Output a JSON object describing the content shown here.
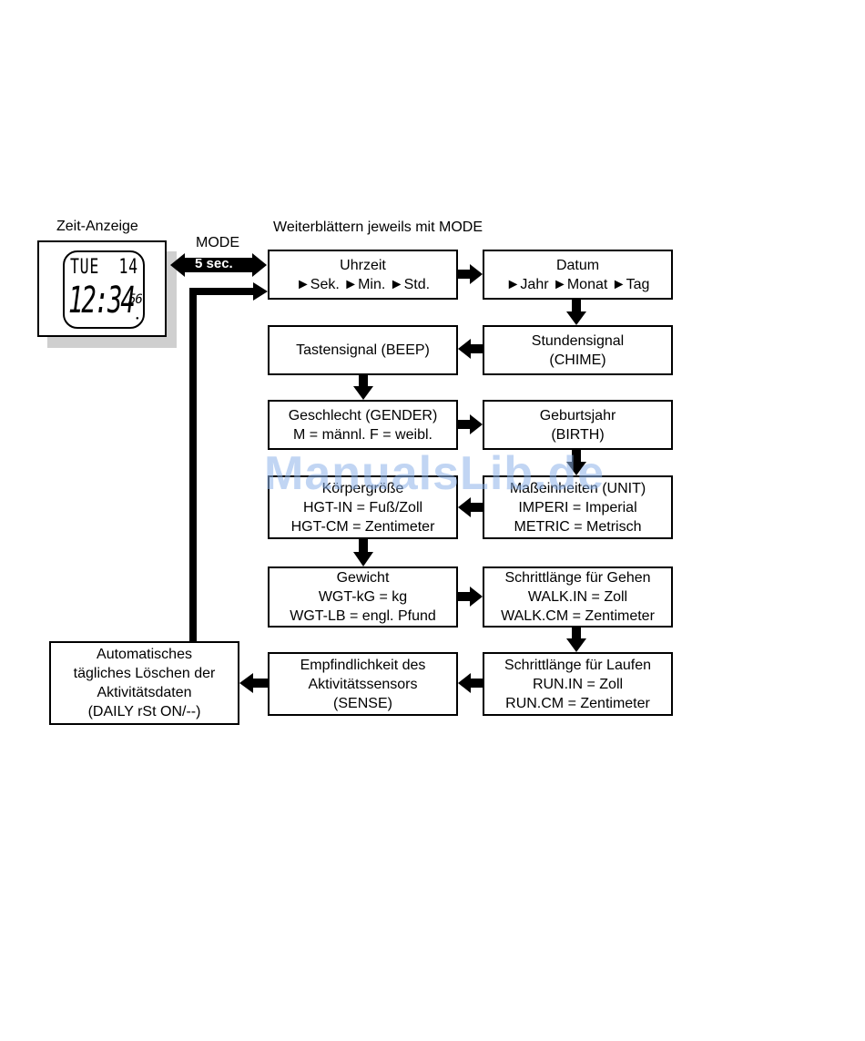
{
  "display_label": "Zeit-Anzeige",
  "header": "Weiterblättern jeweils mit MODE",
  "mode_label": "MODE",
  "mode_hold": "5 sec.",
  "watch": {
    "weekday": "TUE",
    "day": "14",
    "time": "12:34",
    "seconds": "56"
  },
  "boxes": {
    "time": {
      "line1": "Uhrzeit",
      "line2": "►Sek. ►Min. ►Std."
    },
    "date": {
      "line1": "Datum",
      "line2": "►Jahr ►Monat ►Tag"
    },
    "chime": {
      "line1": "Stundensignal",
      "line2": "(CHIME)"
    },
    "beep": {
      "line1": "Tastensignal (BEEP)"
    },
    "gender": {
      "line1": "Geschlecht (GENDER)",
      "line2": "M = männl. F = weibl."
    },
    "birth": {
      "line1": "Geburtsjahr",
      "line2": "(BIRTH)"
    },
    "height": {
      "line1": "Körpergröße",
      "line2": "HGT-IN = Fuß/Zoll",
      "line3": "HGT-CM = Zentimeter"
    },
    "unit": {
      "line1": "Maßeinheiten (UNIT)",
      "line2": "IMPERI = Imperial",
      "line3": "METRIC = Metrisch"
    },
    "weight": {
      "line1": "Gewicht",
      "line2": "WGT-kG = kg",
      "line3": "WGT-LB = engl. Pfund"
    },
    "walk": {
      "line1": "Schrittlänge für Gehen",
      "line2": "WALK.IN = Zoll",
      "line3": "WALK.CM = Zentimeter"
    },
    "sense": {
      "line1": "Empfindlichkeit des",
      "line2": "Aktivitätssensors",
      "line3": "(SENSE)"
    },
    "run": {
      "line1": "Schrittlänge für Laufen",
      "line2": "RUN.IN = Zoll",
      "line3": "RUN.CM = Zentimeter"
    },
    "daily": {
      "line1": "Automatisches",
      "line2": "tägliches Löschen der",
      "line3": "Aktivitätsdaten",
      "line4": "(DAILY rSt ON/--)"
    }
  },
  "watermark": "ManualsLib.de"
}
